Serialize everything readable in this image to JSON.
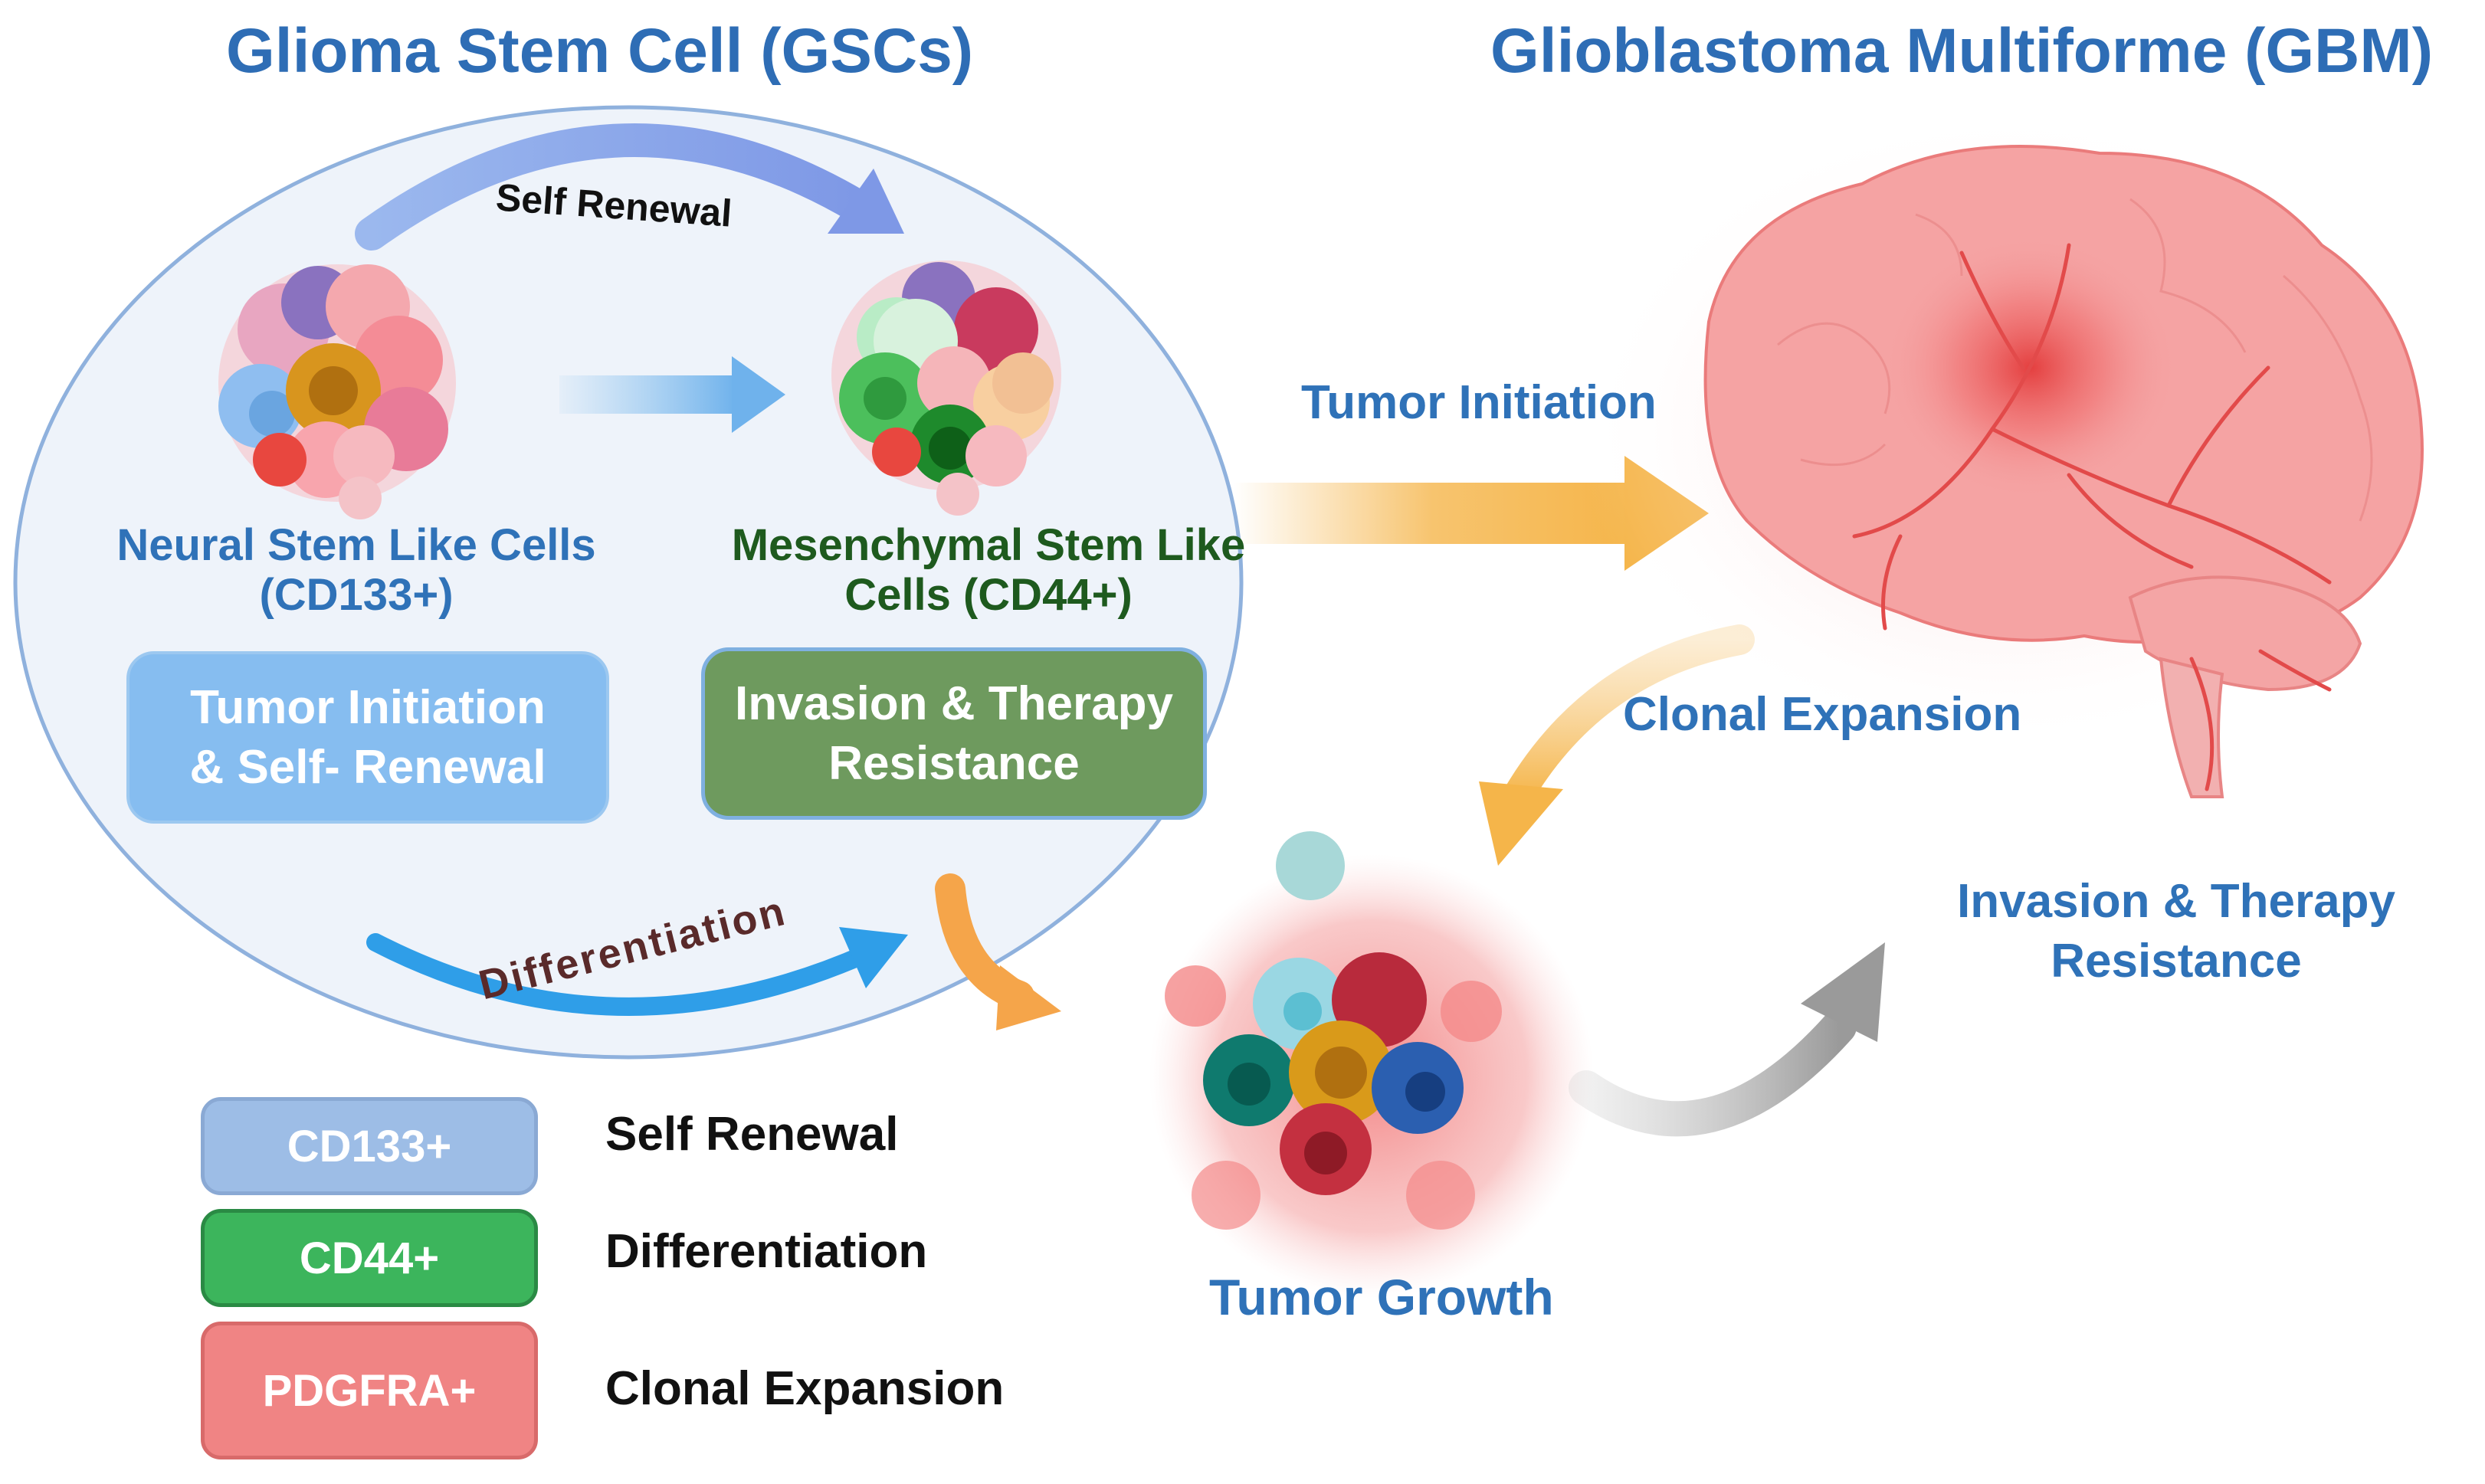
{
  "titles": {
    "left": "Glioma Stem Cell (GSCs)",
    "right": "Glioblastoma Multiforme (GBM)"
  },
  "arrows": {
    "self_renewal": "Self Renewal",
    "differentiation": "Differentiation",
    "tumor_initiation": "Tumor Initiation",
    "clonal_expansion": "Clonal Expansion",
    "invasion": "Invasion & Therapy Resistance"
  },
  "cells": {
    "neural": {
      "line1": "Neural Stem Like Cells",
      "line2": "(CD133+)"
    },
    "mesenchymal": {
      "line1": "Mesenchymal Stem Like",
      "line2": "Cells  (CD44+)"
    }
  },
  "boxes": {
    "neural": "Tumor Initiation & Self- Renewal",
    "mesenchymal": "Invasion & Therapy Resistance"
  },
  "tumor_growth": "Tumor Growth",
  "legend": [
    {
      "marker": "CD133+",
      "label": "Self Renewal",
      "color": "#9dbde6"
    },
    {
      "marker": "CD44+",
      "label": "Differentiation",
      "color": "#3cb55c"
    },
    {
      "marker": "PDGFRA+",
      "label": "Clonal Expansion",
      "color": "#f08484"
    }
  ],
  "colors": {
    "title_blue": "#2e6db5",
    "gsc_ellipse_fill": "#eef3fa",
    "gsc_ellipse_stroke": "#8fb1dd",
    "neural_box": "#86bdf0",
    "mesenchymal_box": "#6e9a5e",
    "orange_arrow": "#f5b54a",
    "brain": "#f4a0a0"
  }
}
